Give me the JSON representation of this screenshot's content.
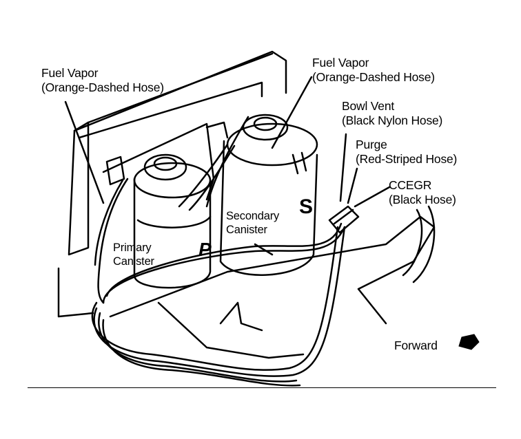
{
  "callouts": [
    {
      "id": "fuel-vapor-left",
      "line1": "Fuel Vapor",
      "line2": "(Orange-Dashed Hose)"
    },
    {
      "id": "fuel-vapor-right",
      "line1": "Fuel Vapor",
      "line2": "(Orange-Dashed Hose)"
    },
    {
      "id": "bowl-vent",
      "line1": "Bowl Vent",
      "line2": "(Black Nylon Hose)"
    },
    {
      "id": "purge",
      "line1": "Purge",
      "line2": "(Red-Striped Hose)"
    },
    {
      "id": "ccegr",
      "line1": "CCEGR",
      "line2": "(Black Hose)"
    },
    {
      "id": "secondary-canister",
      "line1": "Secondary",
      "line2": "Canister"
    },
    {
      "id": "primary-canister",
      "line1": "Primary",
      "line2": "Canister"
    }
  ],
  "canister_marks": {
    "primary": "P",
    "secondary": "S"
  },
  "forward": {
    "label": "Forward"
  },
  "colors": {
    "ink": "#000000",
    "paper": "#ffffff"
  }
}
